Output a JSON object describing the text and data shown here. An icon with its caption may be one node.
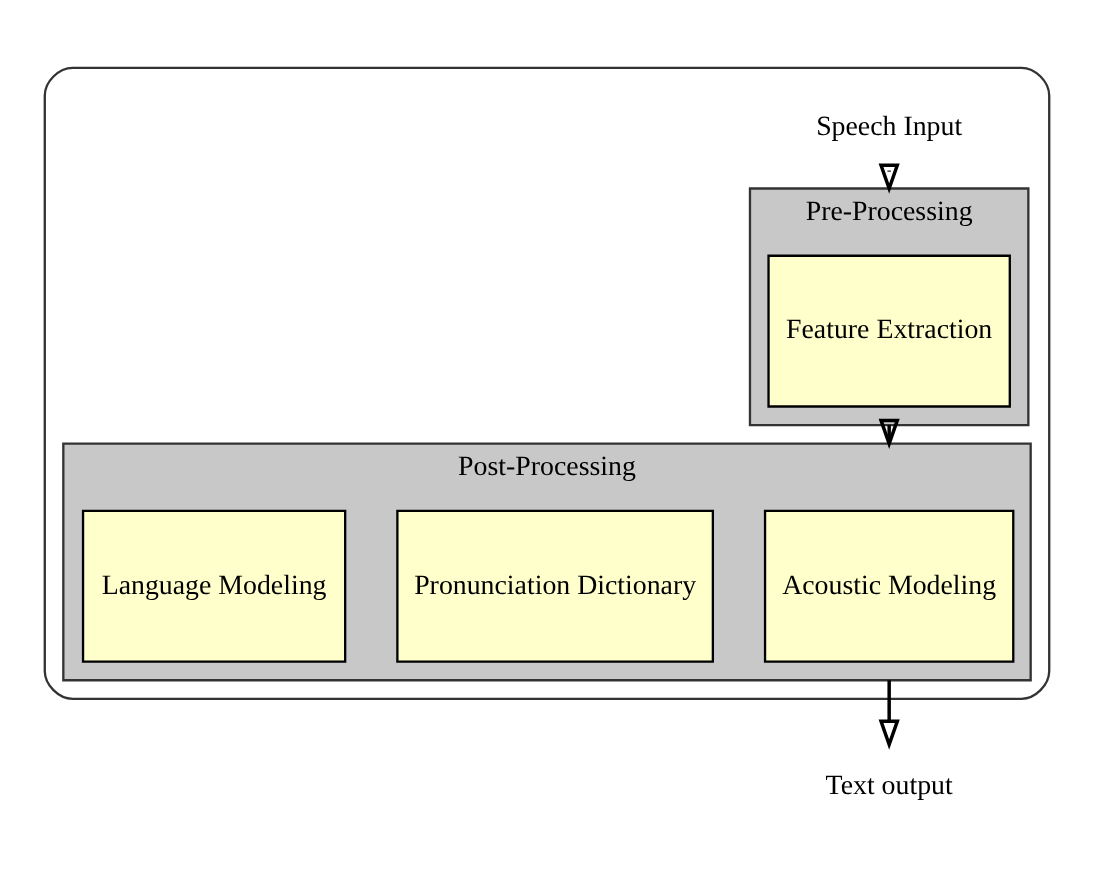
{
  "diagram": {
    "nodes": [
      {
        "text": [],
        "shape": "box"
      },
      {
        "text": [
          "Speech Input"
        ],
        "in": 0
      },
      {
        "text": [
          "Pre-Processing"
        ],
        "in": 0
      },
      {
        "text": [
          "Feature Extraction"
        ],
        "in": 2
      },
      {
        "text": [
          "Post-Processing"
        ],
        "in": 0
      },
      {
        "text": [
          "Acoustic Modeling"
        ],
        "in": 4
      },
      {
        "text": [
          "Pronunciation Dictionary"
        ],
        "in": 4
      },
      {
        "text": [
          "Language Modeling"
        ],
        "in": 4
      },
      {
        "text": [
          "Text output"
        ]
      }
    ],
    "edges": [
      {
        "from": 1,
        "to": 2,
        "arrow": "to"
      },
      {
        "from": 2,
        "to": 4,
        "arrow": "to"
      },
      {
        "from": 4,
        "to": 8,
        "arrow": "to"
      }
    ]
  }
}
